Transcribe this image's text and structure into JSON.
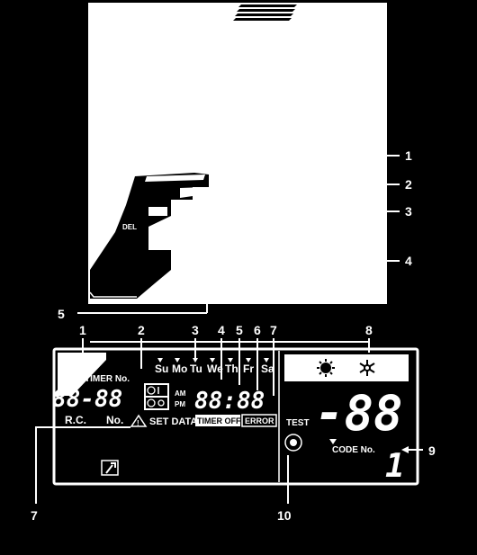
{
  "colors": {
    "background": "#000000",
    "panel": "#ffffff",
    "ink": "#000000"
  },
  "callouts_right": [
    "1",
    "2",
    "3",
    "4"
  ],
  "callout_top_left": "5",
  "lcd_callouts_top": [
    "1",
    "2",
    "3",
    "4",
    "5",
    "6",
    "7",
    "8"
  ],
  "lcd_callouts_bottom": [
    "7",
    "10"
  ],
  "lcd_callout_right": "9",
  "remote": {
    "del_label": "DEL"
  },
  "lcd": {
    "timer_no": "TIMER No.",
    "days": [
      "Su",
      "Mo",
      "Tu",
      "We",
      "Th",
      "Fr",
      "Sa"
    ],
    "digits_left": "88-88",
    "am": "AM",
    "pm": "PM",
    "digits_time": "88:88",
    "rc": "R.C.",
    "no": "No.",
    "set_data": "SET DATA",
    "timer_off": "TIMER OFF",
    "error": "ERROR",
    "test": "TEST",
    "code_no": "CODE No.",
    "big_code": "-88",
    "small_digit": "1",
    "icons": [
      "warning-icon",
      "wrench-icon",
      "heat-icon",
      "cool-icon",
      "fan-icon",
      "timer-on-icon",
      "timer-off-icon"
    ]
  }
}
